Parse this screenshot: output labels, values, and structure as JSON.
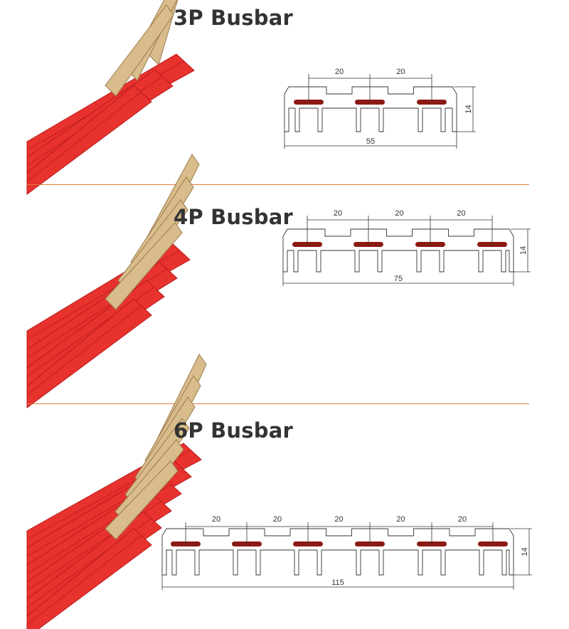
{
  "colors": {
    "red": "#e8322e",
    "red_dark": "#b71c1c",
    "copper": "#d8bc8c",
    "copper_dark": "#9b7c4a",
    "conductor": "#8b1a12",
    "line": "#333333",
    "divider": "#e07a3c"
  },
  "sections": [
    {
      "title": "3P Busbar",
      "poles": 3,
      "pitch_label": "20",
      "width_label": "55",
      "height_label": "14"
    },
    {
      "title": "4P Busbar",
      "poles": 4,
      "pitch_label": "20",
      "width_label": "75",
      "height_label": "14"
    },
    {
      "title": "6P Busbar",
      "poles": 6,
      "pitch_label": "20",
      "width_label": "115",
      "height_label": "14"
    }
  ]
}
